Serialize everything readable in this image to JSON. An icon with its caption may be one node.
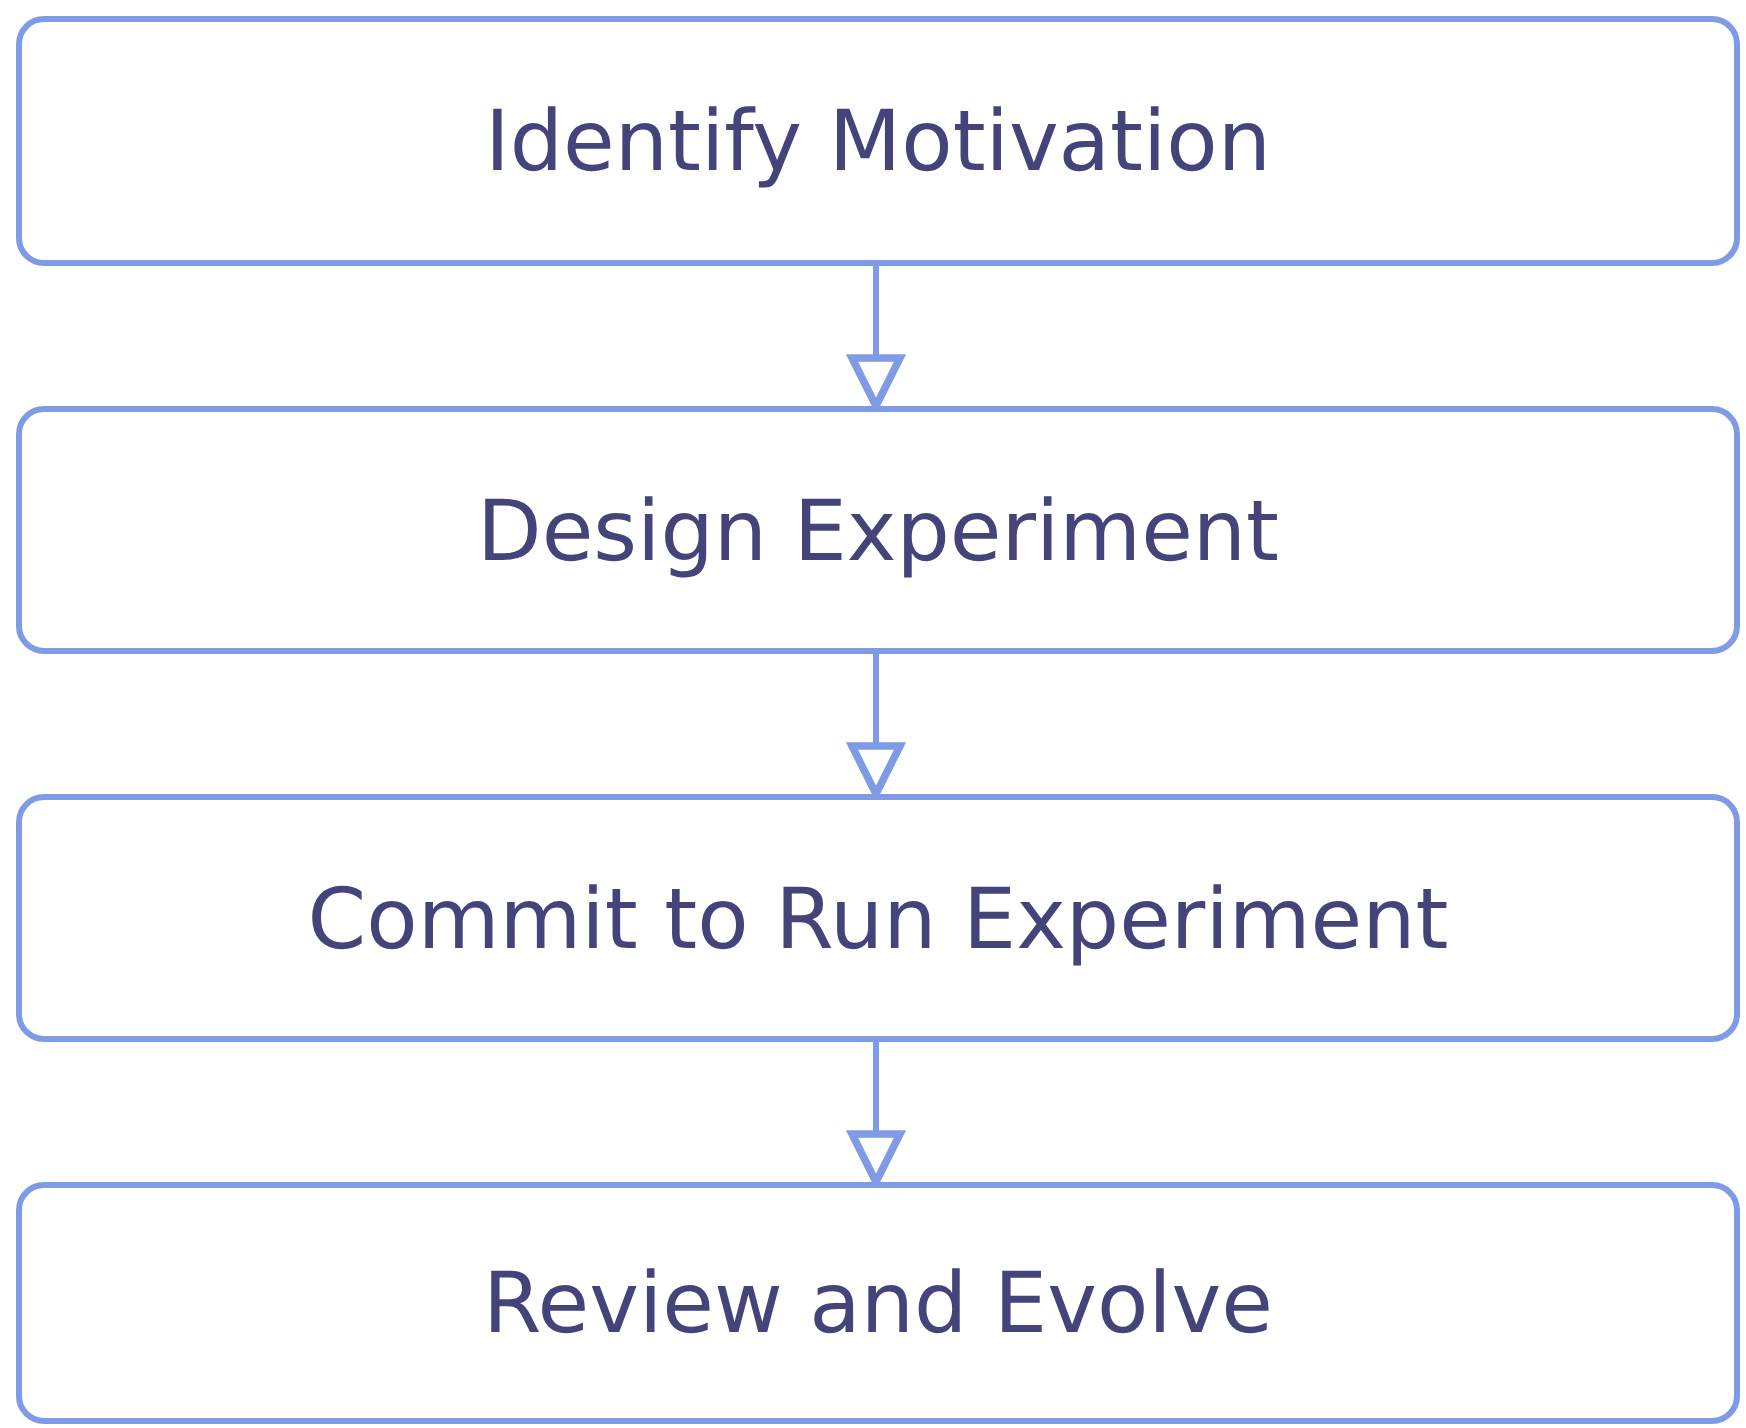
{
  "diagram": {
    "nodes": [
      {
        "text": [
          "Identify Motivation"
        ]
      },
      {
        "text": [
          "Design Experiment"
        ]
      },
      {
        "text": [
          "Commit to Run Experiment"
        ]
      },
      {
        "text": [
          "Review and Evolve"
        ]
      }
    ],
    "edges": [
      {
        "from": 0,
        "to": 1,
        "arrow": "to"
      },
      {
        "from": 1,
        "to": 2,
        "arrow": "to"
      },
      {
        "from": 2,
        "to": 3,
        "arrow": "to"
      }
    ]
  }
}
